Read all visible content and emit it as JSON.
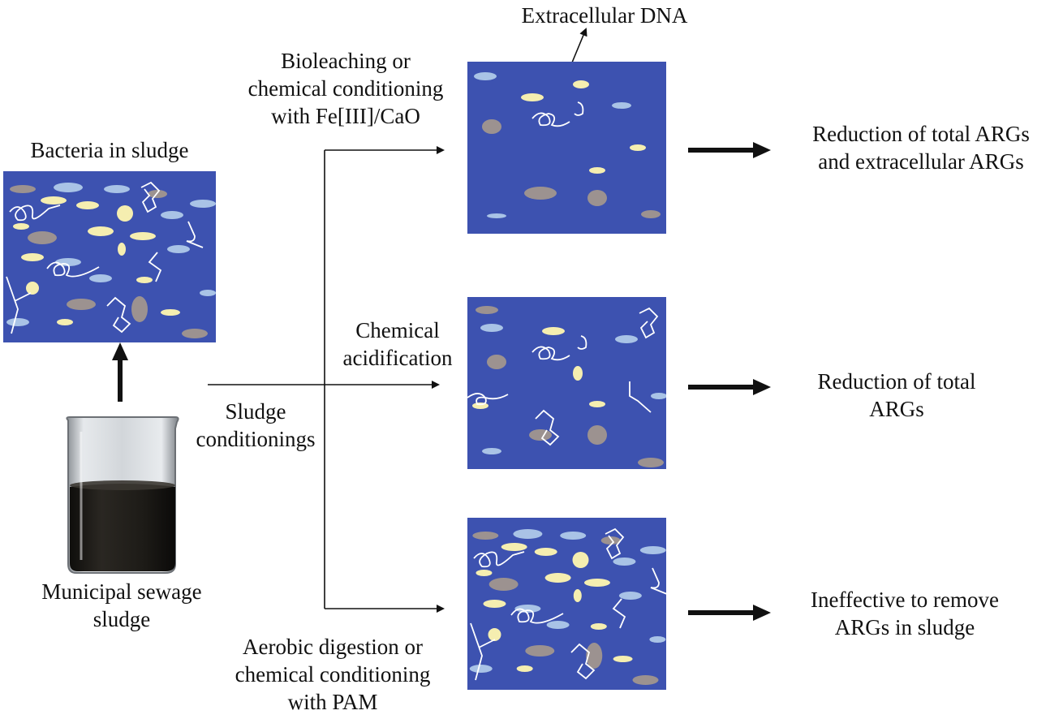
{
  "labels": {
    "extracellular_dna": "Extracellular DNA",
    "bioleaching": "Bioleaching or\nchemical conditioning\nwith Fe[III]/CaO",
    "bacteria_in_sludge": "Bacteria in sludge",
    "chemical_acidification": "Chemical\nacidification",
    "sludge_conditionings": "Sludge\nconditionings",
    "municipal_sewage_sludge": "Municipal sewage\nsludge",
    "aerobic_digestion": "Aerobic digestion or\nchemical conditioning\nwith PAM",
    "outcome_1": "Reduction of total ARGs\nand extracellular ARGs",
    "outcome_2": "Reduction of total\nARGs",
    "outcome_3": "Ineffective to remove\nARGs in sludge"
  },
  "colors": {
    "panel_blue": "#3d52b0",
    "cell_yellow": "#f5eeb0",
    "cell_gray": "#9c9290",
    "cell_lightblue": "#a9c3e6",
    "dna_white": "#ffffff",
    "sludge_dark": "#1c1a17"
  }
}
